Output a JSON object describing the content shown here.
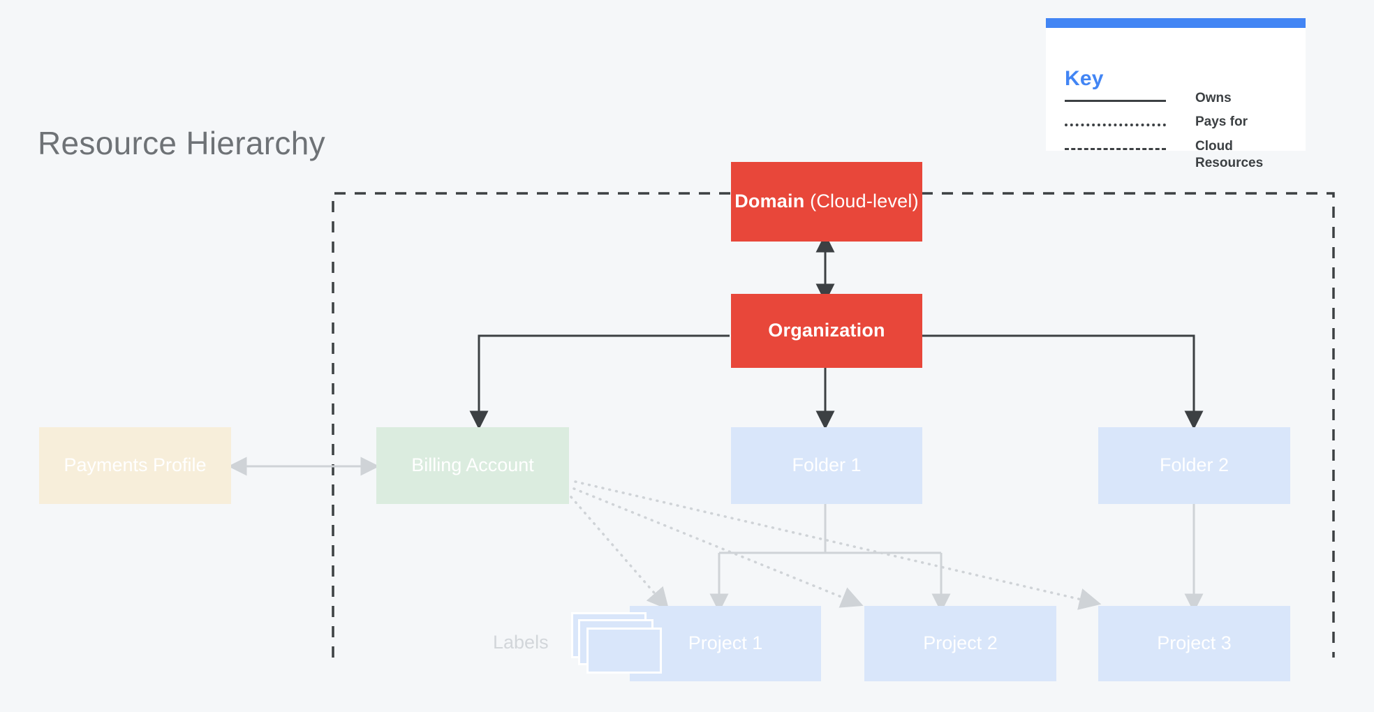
{
  "page": {
    "title": "Resource Hierarchy",
    "background_color": "#f5f7f9"
  },
  "colors": {
    "red": "#e8473a",
    "blue_node": "#d9e6fa",
    "green_node": "#dbecdf",
    "cream_node": "#f7eeda",
    "key_accent": "#4285f4",
    "dark_line": "#3c4043",
    "light_line": "#cfd3d7",
    "title_text": "#6e7276",
    "labels_text": "#d2d6da"
  },
  "key": {
    "title": "Key",
    "rows": [
      {
        "style": "solid",
        "label": "Owns"
      },
      {
        "style": "dotted",
        "label": "Pays for"
      },
      {
        "style": "dashed",
        "label": "Cloud\nResources"
      }
    ],
    "cloud_resources_line1": "Cloud",
    "cloud_resources_line2": "Resources"
  },
  "diagram": {
    "labels_caption": "Labels",
    "nodes": {
      "domain": {
        "name_bold": "Domain",
        "name_rest": " (Cloud-level)",
        "color": "#e8473a"
      },
      "organization": {
        "label": "Organization",
        "color": "#e8473a"
      },
      "payments_profile": {
        "label": "Payments Profile",
        "color": "#f7eeda"
      },
      "billing_account": {
        "label": "Billing Account",
        "color": "#dbecdf"
      },
      "folder_1": {
        "label": "Folder 1",
        "color": "#d9e6fa"
      },
      "folder_2": {
        "label": "Folder 2",
        "color": "#d9e6fa"
      },
      "project_1": {
        "label": "Project 1",
        "color": "#d9e6fa"
      },
      "project_2": {
        "label": "Project 2",
        "color": "#d9e6fa"
      },
      "project_3": {
        "label": "Project 3",
        "color": "#d9e6fa"
      }
    },
    "connections": [
      {
        "from": "domain",
        "to": "organization",
        "type": "owns",
        "bidirectional": true
      },
      {
        "from": "organization",
        "to": "billing_account",
        "type": "owns"
      },
      {
        "from": "organization",
        "to": "folder_1",
        "type": "owns"
      },
      {
        "from": "organization",
        "to": "folder_2",
        "type": "owns"
      },
      {
        "from": "payments_profile",
        "to": "billing_account",
        "type": "pays-for",
        "bidirectional": true
      },
      {
        "from": "billing_account",
        "to": "project_1",
        "type": "pays for"
      },
      {
        "from": "billing_account",
        "to": "project_2",
        "type": "pays for"
      },
      {
        "from": "billing_account",
        "to": "project_3",
        "type": "pays for"
      },
      {
        "from": "folder_1",
        "to": "project_1",
        "type": "owns"
      },
      {
        "from": "folder_1",
        "to": "project_2",
        "type": "owns"
      },
      {
        "from": "folder_2",
        "to": "project_3",
        "type": "owns"
      }
    ],
    "cloud_resources_boundary": "dashed"
  }
}
